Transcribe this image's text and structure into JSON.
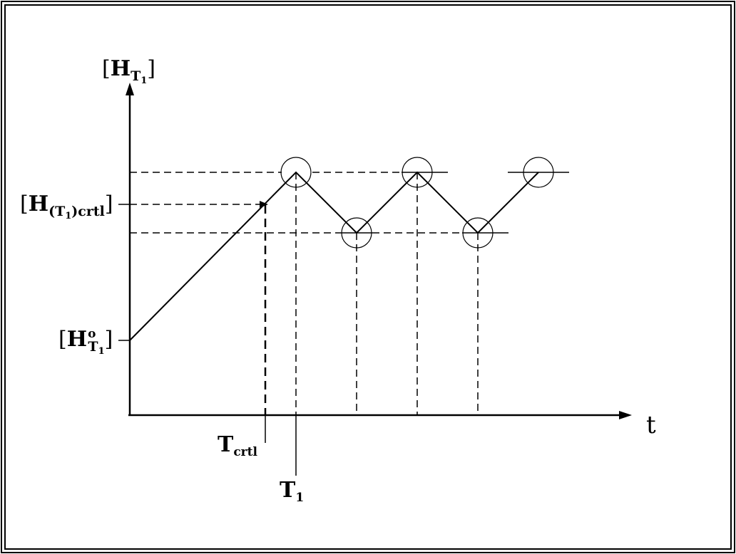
{
  "labels": {
    "y_axis": {
      "open": "[",
      "main": "H",
      "sub": "T",
      "subsub": "1",
      "close": "]"
    },
    "x_axis": "t",
    "h_crtl": {
      "open": "[",
      "main": "H",
      "sub_open": "(",
      "sub_t": "T",
      "sub_one": "1",
      "sub_close": ")crtl",
      "close": "]"
    },
    "h_zero": {
      "open": "[",
      "main": "H",
      "sup": "o",
      "sub": "T",
      "subsub": "1",
      "close": "]"
    },
    "t_crtl": {
      "main": "T",
      "sub": "crtl"
    },
    "t_one": {
      "main": "T",
      "sub": "1"
    }
  },
  "colors": {
    "ink": "#000000",
    "background": "#ffffff"
  }
}
